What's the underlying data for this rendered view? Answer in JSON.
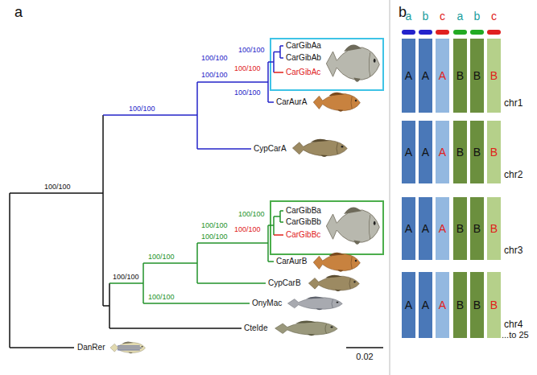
{
  "diagram": {
    "nodes": [
      {
        "text": [
          "A"
        ]
      },
      {
        "text": [
          "A"
        ]
      },
      {
        "text": [
          "A"
        ]
      },
      {
        "text": [
          "B"
        ]
      },
      {
        "text": [
          "B"
        ]
      },
      {
        "text": [
          "B"
        ]
      },
      {
        "text": [
          "A"
        ]
      },
      {
        "text": [
          "A"
        ]
      },
      {
        "text": [
          "A"
        ]
      },
      {
        "text": [
          "B"
        ]
      },
      {
        "text": [
          "B"
        ]
      },
      {
        "text": [
          "B"
        ]
      },
      {
        "text": [
          "A"
        ]
      },
      {
        "text": [
          "A"
        ]
      },
      {
        "text": [
          "A"
        ]
      },
      {
        "text": [
          "B"
        ]
      },
      {
        "text": [
          "B"
        ]
      },
      {
        "text": [
          "B"
        ]
      },
      {
        "text": [
          "A"
        ]
      },
      {
        "text": [
          "A"
        ]
      },
      {
        "text": [
          "A"
        ]
      },
      {
        "text": [
          "B"
        ]
      },
      {
        "text": [
          "B"
        ]
      },
      {
        "text": [
          "B"
        ]
      }
    ],
    "labels": [
      "a",
      "b",
      "CarGibAa",
      "CarGibAb",
      "CarGibAc",
      "CarAurA",
      "CypCarA",
      "CarGibBa",
      "CarGibBb",
      "CarGibBc",
      "CarAurB",
      "CypCarB",
      "OnyMac",
      "CteIde",
      "DanRer",
      "100/100",
      "100/100",
      "100/100",
      "100/100",
      "100/100",
      "100/100",
      "100/100",
      "100/100",
      "100/100",
      "100/100",
      "100/100",
      "100/100",
      "100/100",
      "100/100",
      "0.02",
      "a",
      "b",
      "c",
      "a",
      "b",
      "c",
      "chr1",
      "chr2",
      "chr3",
      "chr4",
      "...to 25"
    ]
  }
}
